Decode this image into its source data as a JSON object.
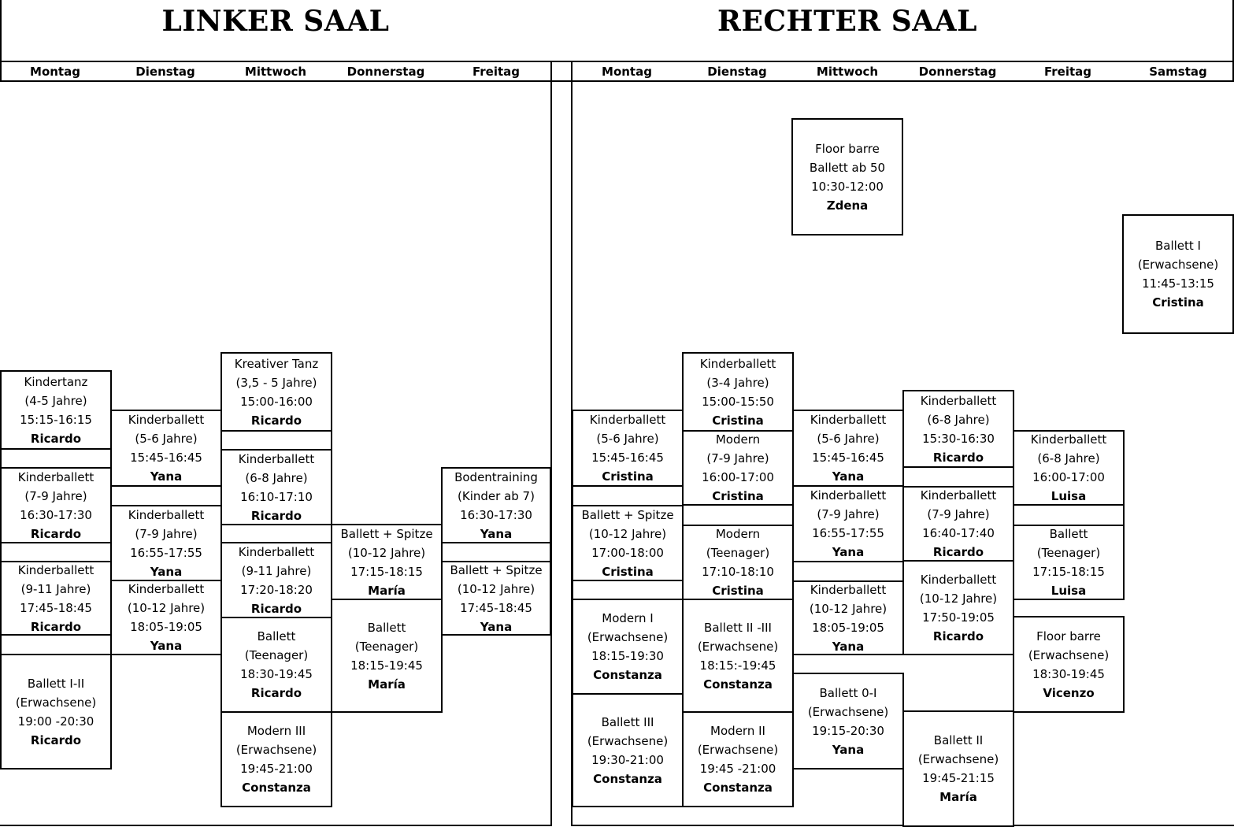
{
  "halls": {
    "left": {
      "title": "LINKER SAAL"
    },
    "right": {
      "title": "RECHTER SAAL"
    }
  },
  "days": {
    "left": [
      "Montag",
      "Dienstag",
      "Mittwoch",
      "Donnerstag",
      "Freitag"
    ],
    "right": [
      "Montag",
      "Dienstag",
      "Mittwoch",
      "Donnerstag",
      "Freitag",
      "Samstag"
    ]
  },
  "classes": {
    "left_montag": [
      [
        "Kindertanz",
        "(4-5 Jahre)",
        "15:15-16:15",
        "Ricardo"
      ],
      [
        "Kinderballett",
        "(7-9 Jahre)",
        "16:30-17:30",
        "Ricardo"
      ],
      [
        "Kinderballett",
        "(9-11 Jahre)",
        "17:45-18:45",
        "Ricardo"
      ],
      [
        "Ballett I-II",
        "(Erwachsene)",
        "19:00 -20:30",
        "Ricardo"
      ]
    ],
    "left_dienstag": [
      [
        "Kinderballett",
        "(5-6 Jahre)",
        "15:45-16:45",
        "Yana"
      ],
      [
        "Kinderballett",
        "(7-9 Jahre)",
        "16:55-17:55",
        "Yana"
      ],
      [
        "Kinderballett",
        "(10-12 Jahre)",
        "18:05-19:05",
        "Yana"
      ]
    ],
    "left_mittwoch": [
      [
        "Kreativer Tanz",
        "(3,5 - 5 Jahre)",
        "15:00-16:00",
        "Ricardo"
      ],
      [
        "Kinderballett",
        "(6-8 Jahre)",
        "16:10-17:10",
        "Ricardo"
      ],
      [
        "Kinderballett",
        "(9-11 Jahre)",
        "17:20-18:20",
        "Ricardo"
      ],
      [
        "Ballett",
        "(Teenager)",
        "18:30-19:45",
        "Ricardo"
      ],
      [
        "Modern III",
        "(Erwachsene)",
        "19:45-21:00",
        "Constanza"
      ]
    ],
    "left_donnerstag": [
      [
        "Ballett + Spitze",
        "(10-12 Jahre)",
        "17:15-18:15",
        "María"
      ],
      [
        "Ballett",
        "(Teenager)",
        "18:15-19:45",
        "María"
      ]
    ],
    "left_freitag": [
      [
        "Bodentraining",
        "(Kinder ab 7)",
        "16:30-17:30",
        "Yana"
      ],
      [
        "Ballett + Spitze",
        "(10-12 Jahre)",
        "17:45-18:45",
        "Yana"
      ]
    ],
    "right_montag": [
      [
        "Kinderballett",
        "(5-6 Jahre)",
        "15:45-16:45",
        "Cristina"
      ],
      [
        "Ballett + Spitze",
        "(10-12 Jahre)",
        "17:00-18:00",
        "Cristina"
      ],
      [
        "Modern I",
        "(Erwachsene)",
        "18:15-19:30",
        "Constanza"
      ],
      [
        "Ballett III",
        "(Erwachsene)",
        "19:30-21:00",
        "Constanza"
      ]
    ],
    "right_dienstag": [
      [
        "Kinderballett",
        "(3-4 Jahre)",
        "15:00-15:50",
        "Cristina"
      ],
      [
        "Modern",
        "(7-9 Jahre)",
        "16:00-17:00",
        "Cristina"
      ],
      [
        "Modern",
        "(Teenager)",
        "17:10-18:10",
        "Cristina"
      ],
      [
        "Ballett II -III",
        "(Erwachsene)",
        "18:15:-19:45",
        "Constanza"
      ],
      [
        "Modern II",
        "(Erwachsene)",
        "19:45 -21:00",
        "Constanza"
      ]
    ],
    "right_mittwoch": [
      [
        "Floor barre",
        "Ballett ab 50",
        "10:30-12:00",
        "Zdena"
      ],
      [
        "Kinderballett",
        "(5-6 Jahre)",
        "15:45-16:45",
        "Yana"
      ],
      [
        "Kinderballett",
        "(7-9 Jahre)",
        "16:55-17:55",
        "Yana"
      ],
      [
        "Kinderballett",
        "(10-12 Jahre)",
        "18:05-19:05",
        "Yana"
      ],
      [
        "Ballett 0-I",
        "(Erwachsene)",
        "19:15-20:30",
        "Yana"
      ]
    ],
    "right_donnerstag": [
      [
        "Kinderballett",
        "(6-8 Jahre)",
        "15:30-16:30",
        "Ricardo"
      ],
      [
        "Kinderballett",
        "(7-9 Jahre)",
        "16:40-17:40",
        "Ricardo"
      ],
      [
        "Kinderballett",
        "(10-12 Jahre)",
        "17:50-19:05",
        "Ricardo"
      ],
      [
        "Ballett II",
        "(Erwachsene)",
        "19:45-21:15",
        "María"
      ]
    ],
    "right_freitag": [
      [
        "Kinderballett",
        "(6-8 Jahre)",
        "16:00-17:00",
        "Luisa"
      ],
      [
        "Ballett",
        "(Teenager)",
        "17:15-18:15",
        "Luisa"
      ],
      [
        "Floor barre",
        "(Erwachsene)",
        "18:30-19:45",
        "Vicenzo"
      ]
    ],
    "right_samstag": [
      [
        "Ballett I",
        "(Erwachsene)",
        "11:45-13:15",
        "Cristina"
      ]
    ]
  }
}
